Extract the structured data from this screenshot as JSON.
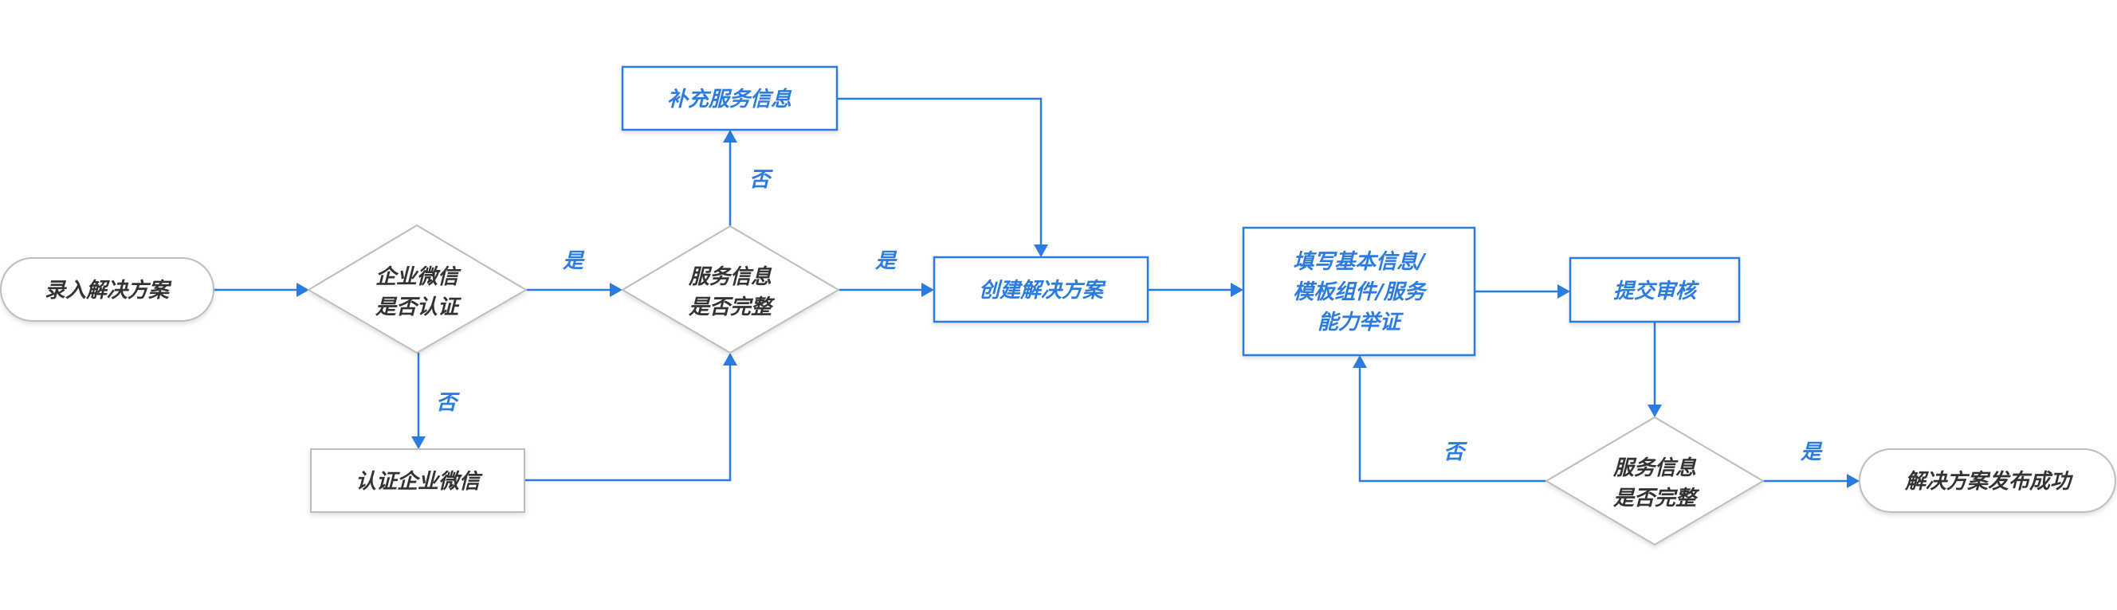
{
  "diagram": {
    "type": "flowchart",
    "colors": {
      "accent": "#2b7be0",
      "node_border_gray": "#bdbdbd",
      "text_dark": "#333333",
      "background": "#ffffff"
    },
    "nodes": [
      {
        "id": "start",
        "shape": "terminal",
        "style": "gray",
        "lines": [
          "录入解决方案"
        ]
      },
      {
        "id": "d_wecom",
        "shape": "decision",
        "style": "gray",
        "lines": [
          "企业微信",
          "是否认证"
        ]
      },
      {
        "id": "verify_wecom",
        "shape": "process",
        "style": "gray",
        "lines": [
          "认证企业微信"
        ]
      },
      {
        "id": "d_service1",
        "shape": "decision",
        "style": "gray",
        "lines": [
          "服务信息",
          "是否完整"
        ]
      },
      {
        "id": "supplement",
        "shape": "process",
        "style": "blue",
        "lines": [
          "补充服务信息"
        ]
      },
      {
        "id": "create",
        "shape": "process",
        "style": "blue",
        "lines": [
          "创建解决方案"
        ]
      },
      {
        "id": "fill",
        "shape": "process",
        "style": "blue",
        "lines": [
          "填写基本信息/",
          "模板组件/服务",
          "能力举证"
        ]
      },
      {
        "id": "submit",
        "shape": "process",
        "style": "blue",
        "lines": [
          "提交审核"
        ]
      },
      {
        "id": "d_service2",
        "shape": "decision",
        "style": "gray",
        "lines": [
          "服务信息",
          "是否完整"
        ]
      },
      {
        "id": "end",
        "shape": "terminal",
        "style": "gray",
        "lines": [
          "解决方案发布成功"
        ]
      }
    ],
    "edges": [
      {
        "from": "start",
        "to": "d_wecom",
        "label": ""
      },
      {
        "from": "d_wecom",
        "to": "d_service1",
        "label": "是"
      },
      {
        "from": "d_wecom",
        "to": "verify_wecom",
        "label": "否"
      },
      {
        "from": "verify_wecom",
        "to": "d_service1",
        "label": ""
      },
      {
        "from": "d_service1",
        "to": "supplement",
        "label": "否"
      },
      {
        "from": "d_service1",
        "to": "create",
        "label": "是"
      },
      {
        "from": "supplement",
        "to": "create",
        "label": ""
      },
      {
        "from": "create",
        "to": "fill",
        "label": ""
      },
      {
        "from": "fill",
        "to": "submit",
        "label": ""
      },
      {
        "from": "submit",
        "to": "d_service2",
        "label": ""
      },
      {
        "from": "d_service2",
        "to": "fill",
        "label": "否"
      },
      {
        "from": "d_service2",
        "to": "end",
        "label": "是"
      }
    ]
  }
}
